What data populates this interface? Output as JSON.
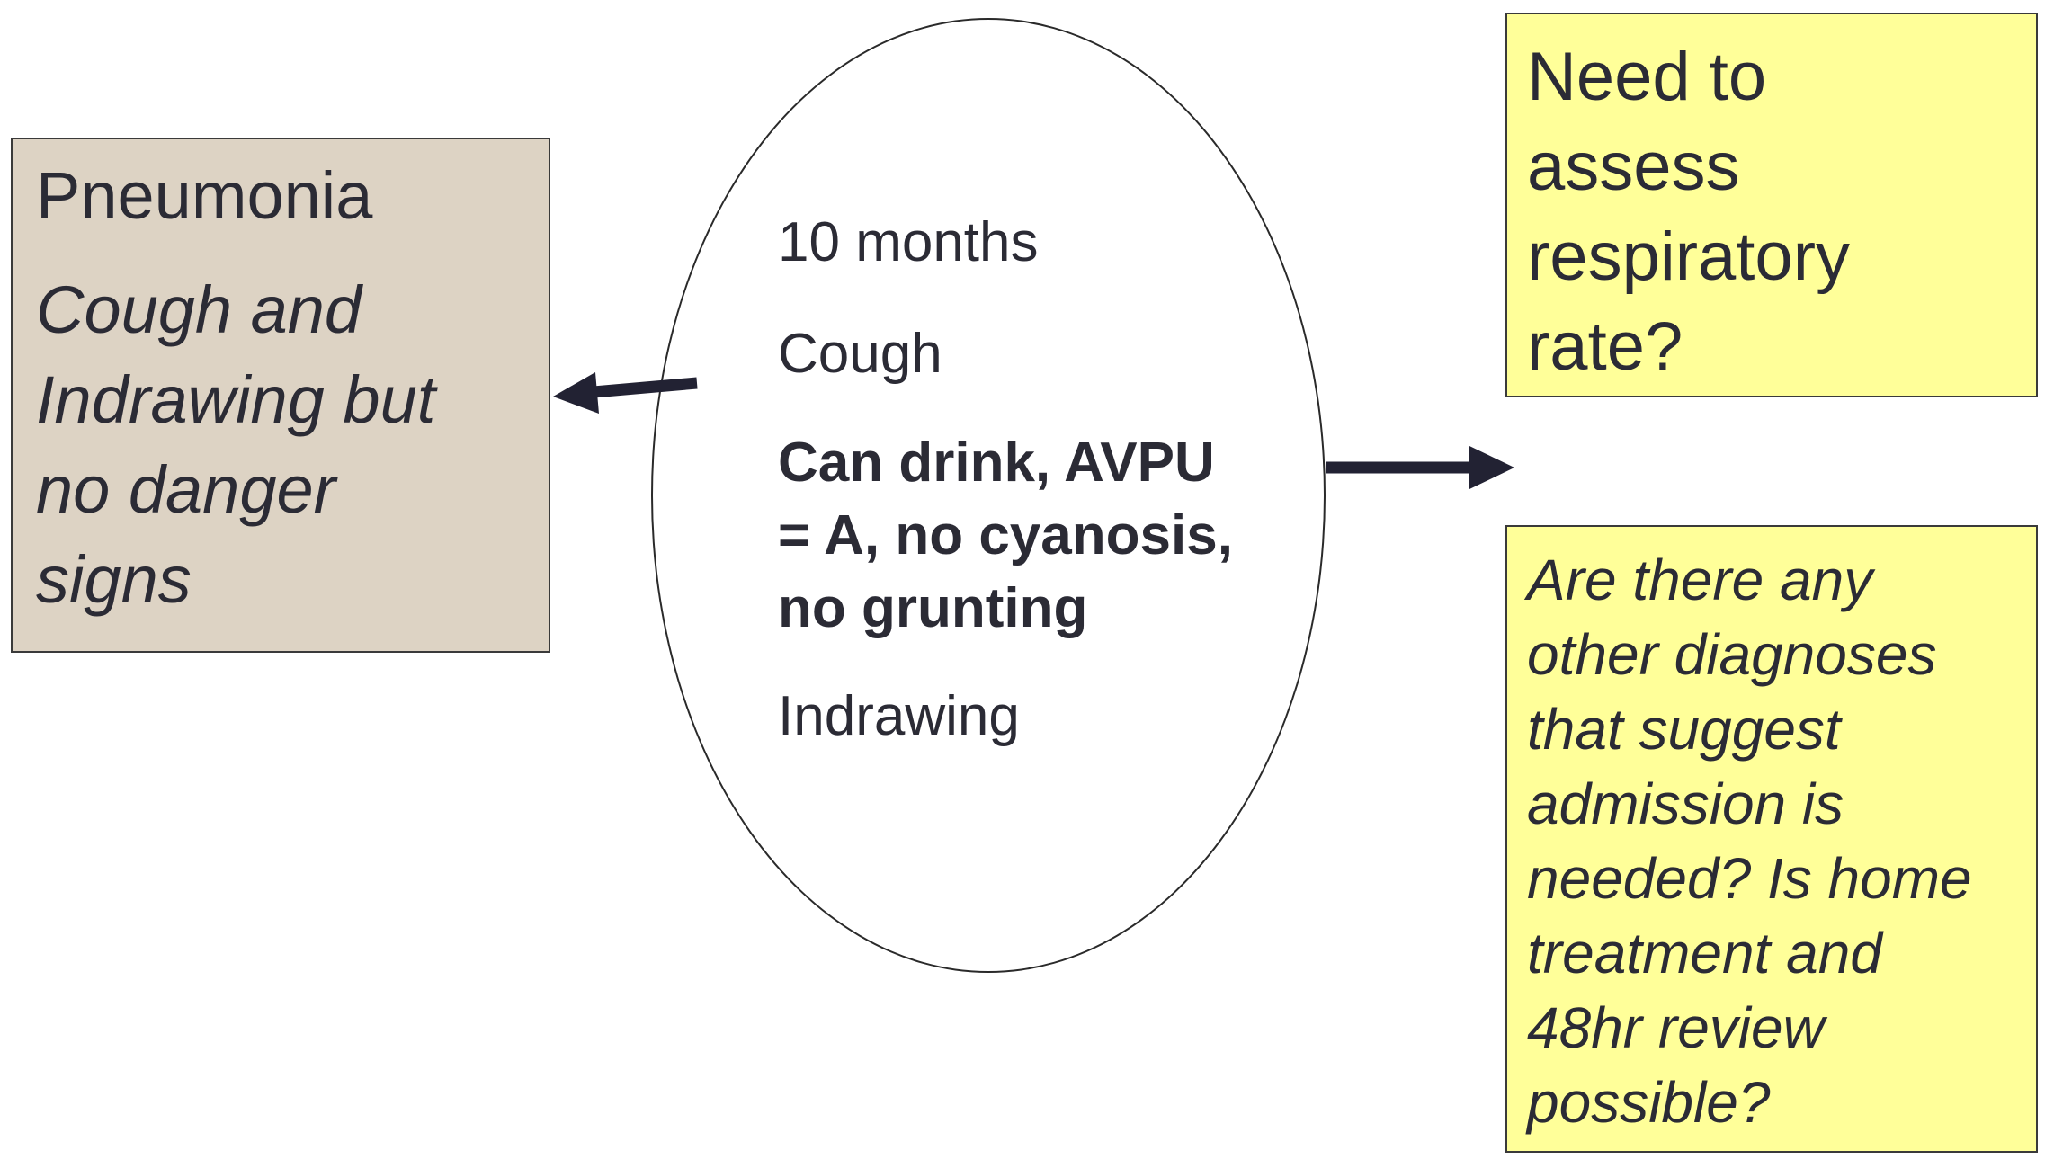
{
  "left_box": {
    "title": "Pneumonia",
    "detail": "Cough and\nIndrawing but\nno danger\nsigns",
    "background": "#ddd3c4"
  },
  "center_ellipse": {
    "age": "10 months",
    "symptom": "Cough",
    "findings": "Can drink, AVPU\n= A, no cyanosis,\nno grunting",
    "sign": "Indrawing"
  },
  "right_top_box": {
    "text": "Need to\nassess\nrespiratory\nrate?",
    "background": "#ffff99"
  },
  "right_bottom_box": {
    "text": "Are there any\nother diagnoses\nthat suggest\nadmission is\nneeded? Is home\ntreatment and\n48hr review\npossible?",
    "background": "#ffff99"
  },
  "colors": {
    "arrow": "#222233",
    "text": "#2b2b35"
  }
}
